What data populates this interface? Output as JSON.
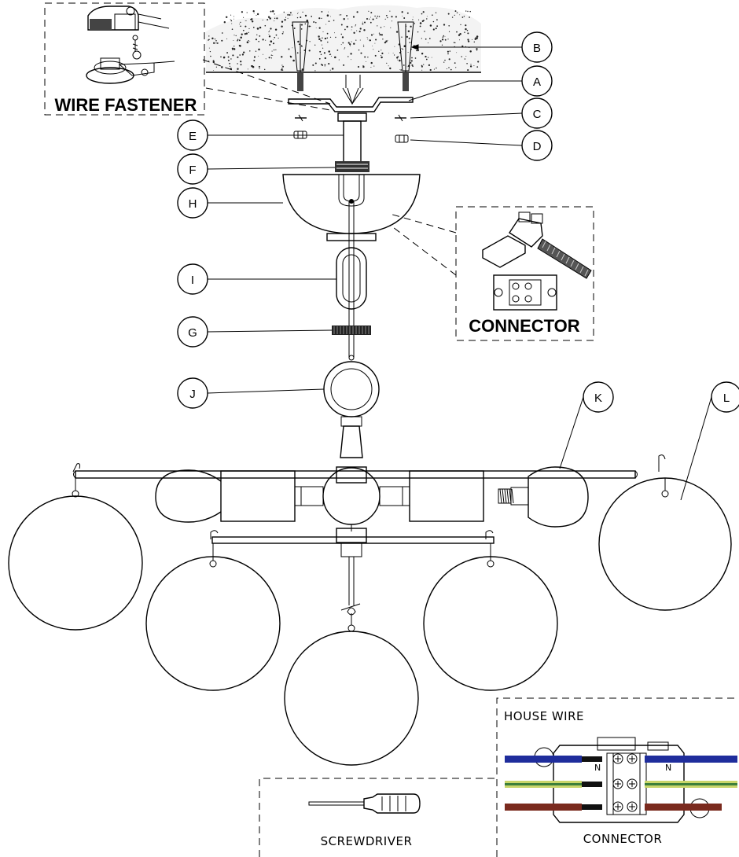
{
  "callouts": {
    "A": "A",
    "B": "B",
    "C": "C",
    "D": "D",
    "E": "E",
    "F": "F",
    "G": "G",
    "H": "H",
    "I": "I",
    "J": "J",
    "K": "K",
    "L": "L"
  },
  "insets": {
    "wire_fastener": "WIRE FASTENER",
    "connector": "CONNECTOR",
    "house_wire": "HOUSE WIRE",
    "house_connector": "CONNECTOR",
    "screwdriver": "SCREWDRIVER"
  },
  "terminal_marks": {
    "neutral_left": "N",
    "neutral_right": "N"
  },
  "wire_colors": {
    "neutral": "#1f2d9c",
    "earth": "#c9d66a",
    "earth_stripe": "#3c7f3a",
    "live": "#7a2a1e"
  }
}
